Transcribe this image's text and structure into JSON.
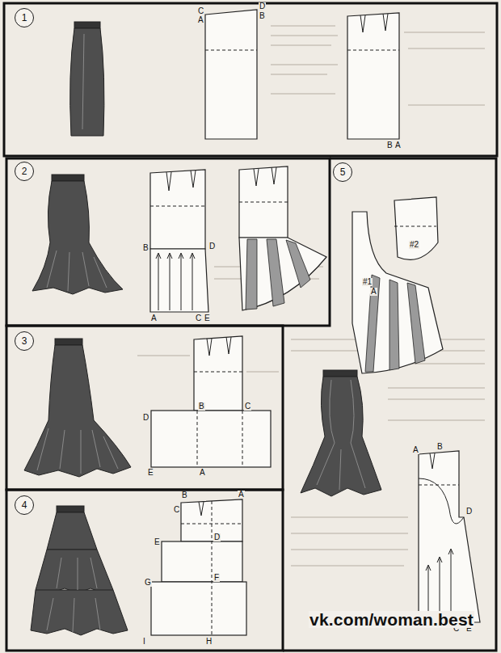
{
  "diagram": {
    "nodes": [
      {
        "text": [
          "1"
        ]
      },
      {
        "text": [
          "2"
        ]
      },
      {
        "text": [
          "3"
        ]
      },
      {
        "text": [
          "4"
        ]
      },
      {
        "text": [
          "5"
        ]
      }
    ],
    "labels": [
      "C",
      "D",
      "A",
      "B",
      "B",
      "A",
      "B",
      "D",
      "A",
      "C",
      "E",
      "#2",
      "#1",
      "A",
      "A",
      "B",
      "D",
      "C",
      "E",
      "D",
      "B",
      "C",
      "E",
      "A",
      "B",
      "A",
      "C",
      "E",
      "D",
      "G",
      "F",
      "I",
      "H",
      "vk.com/woman.best"
    ]
  }
}
